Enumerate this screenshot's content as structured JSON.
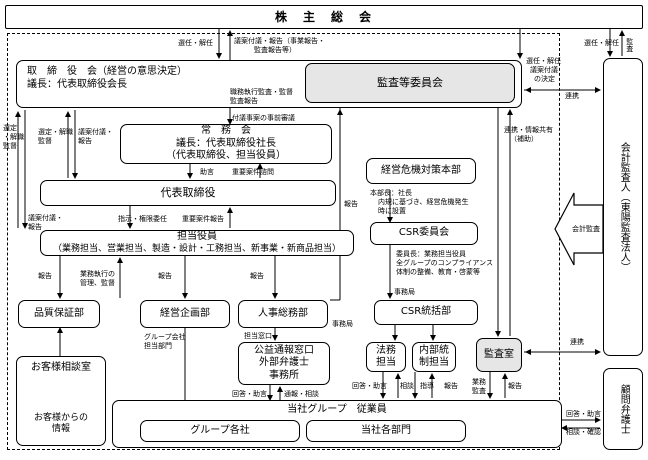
{
  "shareholders": "株　主　総　会",
  "board": {
    "line1": "取　締　役　会（経営の意思決定）",
    "line2": "議長：代表取締役会長"
  },
  "audit_committee": "監査等委員会",
  "executive_committee": {
    "line1": "常　務　会",
    "line2": "議長：代表取締役社長",
    "line3": "（代表取締役、担当役員）"
  },
  "representative_director": "代表取締役",
  "officers": {
    "line1": "担当役員",
    "line2": "（業務担当、営業担当、製造・設計・工務担当、新事業・新商品担当）"
  },
  "quality_dept": "品質保証部",
  "planning_dept": "経営企画部",
  "hr_dept": "人事総務部",
  "crisis_hq": "経営危機対策本部",
  "crisis_hq_desc": {
    "line1": "本部長：社長",
    "line2": "内規に基づき、経営危機発生",
    "line3": "時に設置"
  },
  "csr_committee": "CSR委員会",
  "csr_desc": {
    "line1": "委員長：業務担当役員",
    "line2": "全グループのコンプライアンス",
    "line3": "体制の整備、教育・啓蒙等"
  },
  "csr_dept": "CSR統括部",
  "legal": {
    "line1": "法務",
    "line2": "担当"
  },
  "internal_control": {
    "line1": "内部統",
    "line2": "制担当"
  },
  "audit_office": "監査室",
  "customer_center": "お客様相談室",
  "customer_info": {
    "line1": "お客様からの",
    "line2": "情報"
  },
  "whistleblower": {
    "line1": "公益通報窓口",
    "line2": "外部弁護士",
    "line3": "事務所"
  },
  "employees": "当社グループ　従業員",
  "group_companies": "グループ各社",
  "departments": "当社各部門",
  "accounting_auditor": "会計監査人（東陽監査法人）",
  "attorney": "顧問弁護士",
  "labels": {
    "appoint_dismiss": "選任・解任",
    "proposal_report": "議案付議・報告（事業報告・",
    "audit_report": "監査報告等）",
    "appoint_dismiss_audit_1": "選任・解任",
    "appoint_dismiss_audit_2": "監査",
    "auditor_appoint_1": "選任・解任",
    "auditor_appoint_2": "議案付議",
    "auditor_appoint_3": "の決定",
    "cooperation_top": "連携",
    "duty_audit_1": "職務執行監査・監督",
    "duty_audit_2": "監査報告",
    "pre_consult": "付議事案の事前審議",
    "appoint_audit_left_1": "選定",
    "appoint_audit_left_2": "・解職",
    "appoint_audit_left_3": "監督",
    "appoint_dismiss2_1": "選定・解職",
    "appoint_dismiss2_2": "監督",
    "proposal_report2_1": "議案付議・",
    "proposal_report2_2": "報告",
    "advice": "助言",
    "important_matters": "重要案件諮問",
    "report_right": "報告",
    "coop_info_1": "連携・情報共有",
    "coop_info_2": "（補助）",
    "accounting_audit": "会計監査",
    "proposal_report3_1": "議案付議・",
    "proposal_report3_2": "報告",
    "instruct_delegate": "指示・権限委任",
    "important_report": "重要案件報告",
    "report_q": "報告",
    "exec_mgmt_1": "業務執行の",
    "exec_mgmt_2": "管理、監督",
    "report_p": "報告",
    "report_h": "報告",
    "group_mgmt_1": "グループ会社",
    "group_mgmt_2": "担当部門",
    "secretariat_1": "事務局",
    "secretariat_2": "事務局",
    "cooperation_right": "連携",
    "contact_person": "担当窓口",
    "reply_advice": "回答・助言",
    "report_consult": "通報・相談",
    "reply_advice2": "回答・助言",
    "consult": "相談",
    "guidance": "指導",
    "report_e": "報告",
    "audit_work_1": "業務",
    "audit_work_2": "監査",
    "report_e2": "報告",
    "reply_advice3": "回答・助言",
    "consult_confirm": "相談・確認"
  }
}
